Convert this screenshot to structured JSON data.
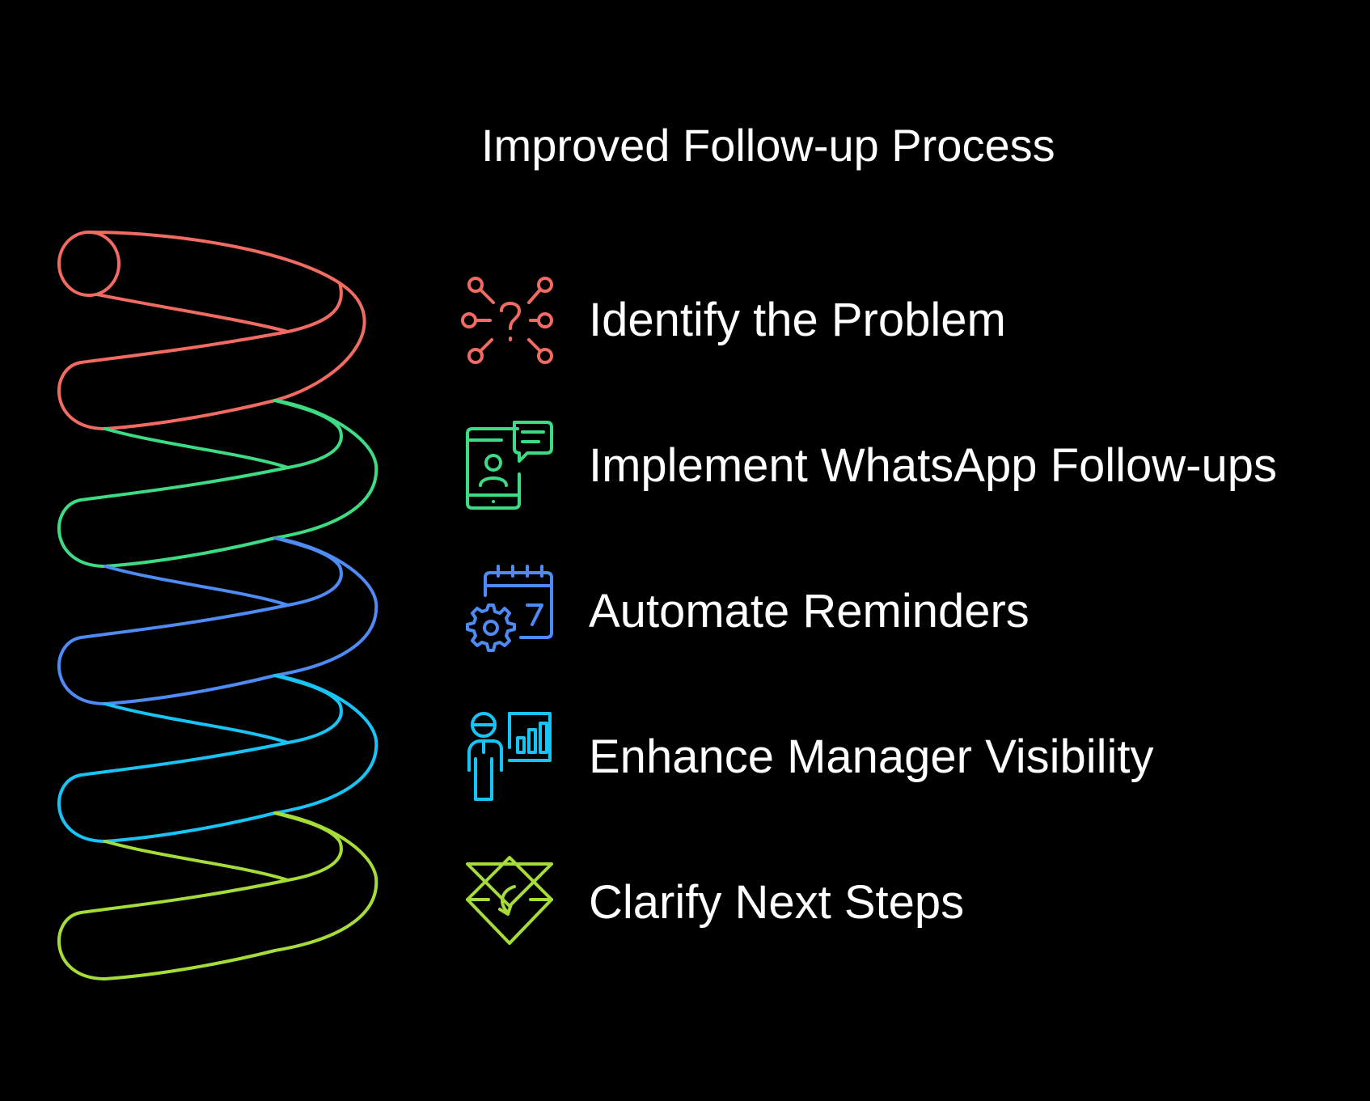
{
  "title": "Improved Follow-up Process",
  "steps": [
    {
      "label": "Identify the Problem",
      "icon": "network-question-icon",
      "color": "#F26B63"
    },
    {
      "label": "Implement WhatsApp Follow-ups",
      "icon": "phone-chat-icon",
      "color": "#3DDC84"
    },
    {
      "label": "Automate Reminders",
      "icon": "calendar-gear-icon",
      "color": "#4F8BF5"
    },
    {
      "label": "Enhance Manager Visibility",
      "icon": "person-chart-icon",
      "color": "#18C3F5"
    },
    {
      "label": "Clarify Next Steps",
      "icon": "diamond-arrow-icon",
      "color": "#A6DC3A"
    }
  ]
}
